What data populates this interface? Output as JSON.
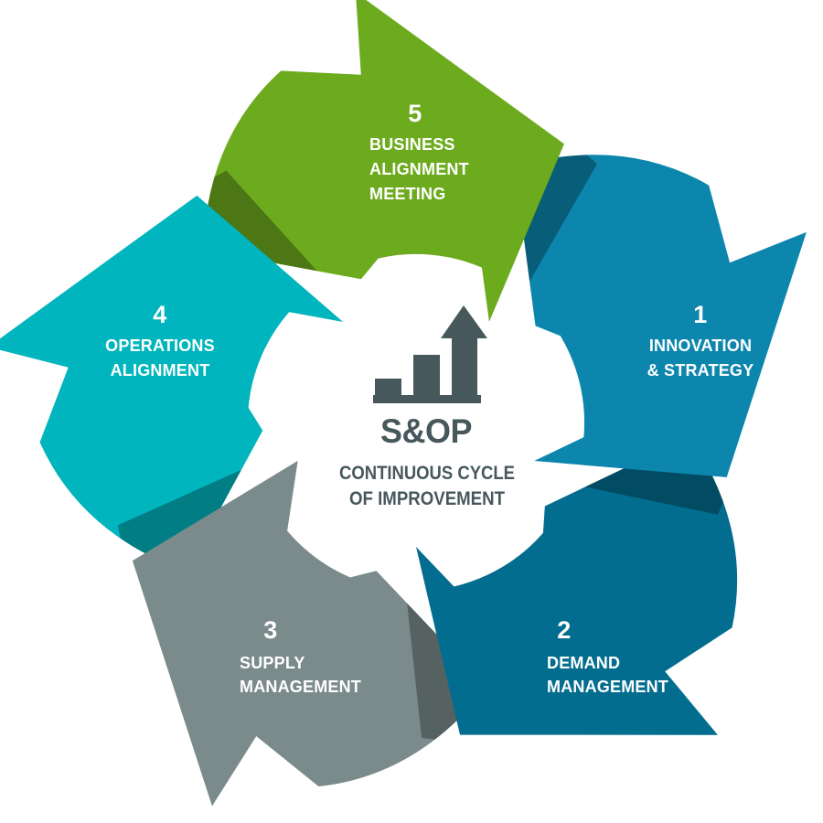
{
  "diagram": {
    "name": "S&OP continuous cycle diagram",
    "text_color": "#ffffff",
    "center": {
      "title": "S&OP",
      "subtitle_line1": "CONTINUOUS CYCLE",
      "subtitle_line2": "OF IMPROVEMENT",
      "icon": "growth-bar-chart-icon",
      "color": "#47585c"
    },
    "steps": [
      {
        "number": "1",
        "label_lines": [
          "INNOVATION",
          "& STRATEGY"
        ],
        "color": "#0c86ad"
      },
      {
        "number": "2",
        "label_lines": [
          "DEMAND",
          "MANAGEMENT"
        ],
        "color": "#036d8f"
      },
      {
        "number": "3",
        "label_lines": [
          "SUPPLY",
          "MANAGEMENT"
        ],
        "color": "#7b8b8c"
      },
      {
        "number": "4",
        "label_lines": [
          "OPERATIONS",
          "ALIGNMENT"
        ],
        "color": "#00b5bd"
      },
      {
        "number": "5",
        "label_lines": [
          "BUSINESS",
          "ALIGNMENT",
          "MEETING"
        ],
        "color": "#6dab1e"
      }
    ]
  }
}
